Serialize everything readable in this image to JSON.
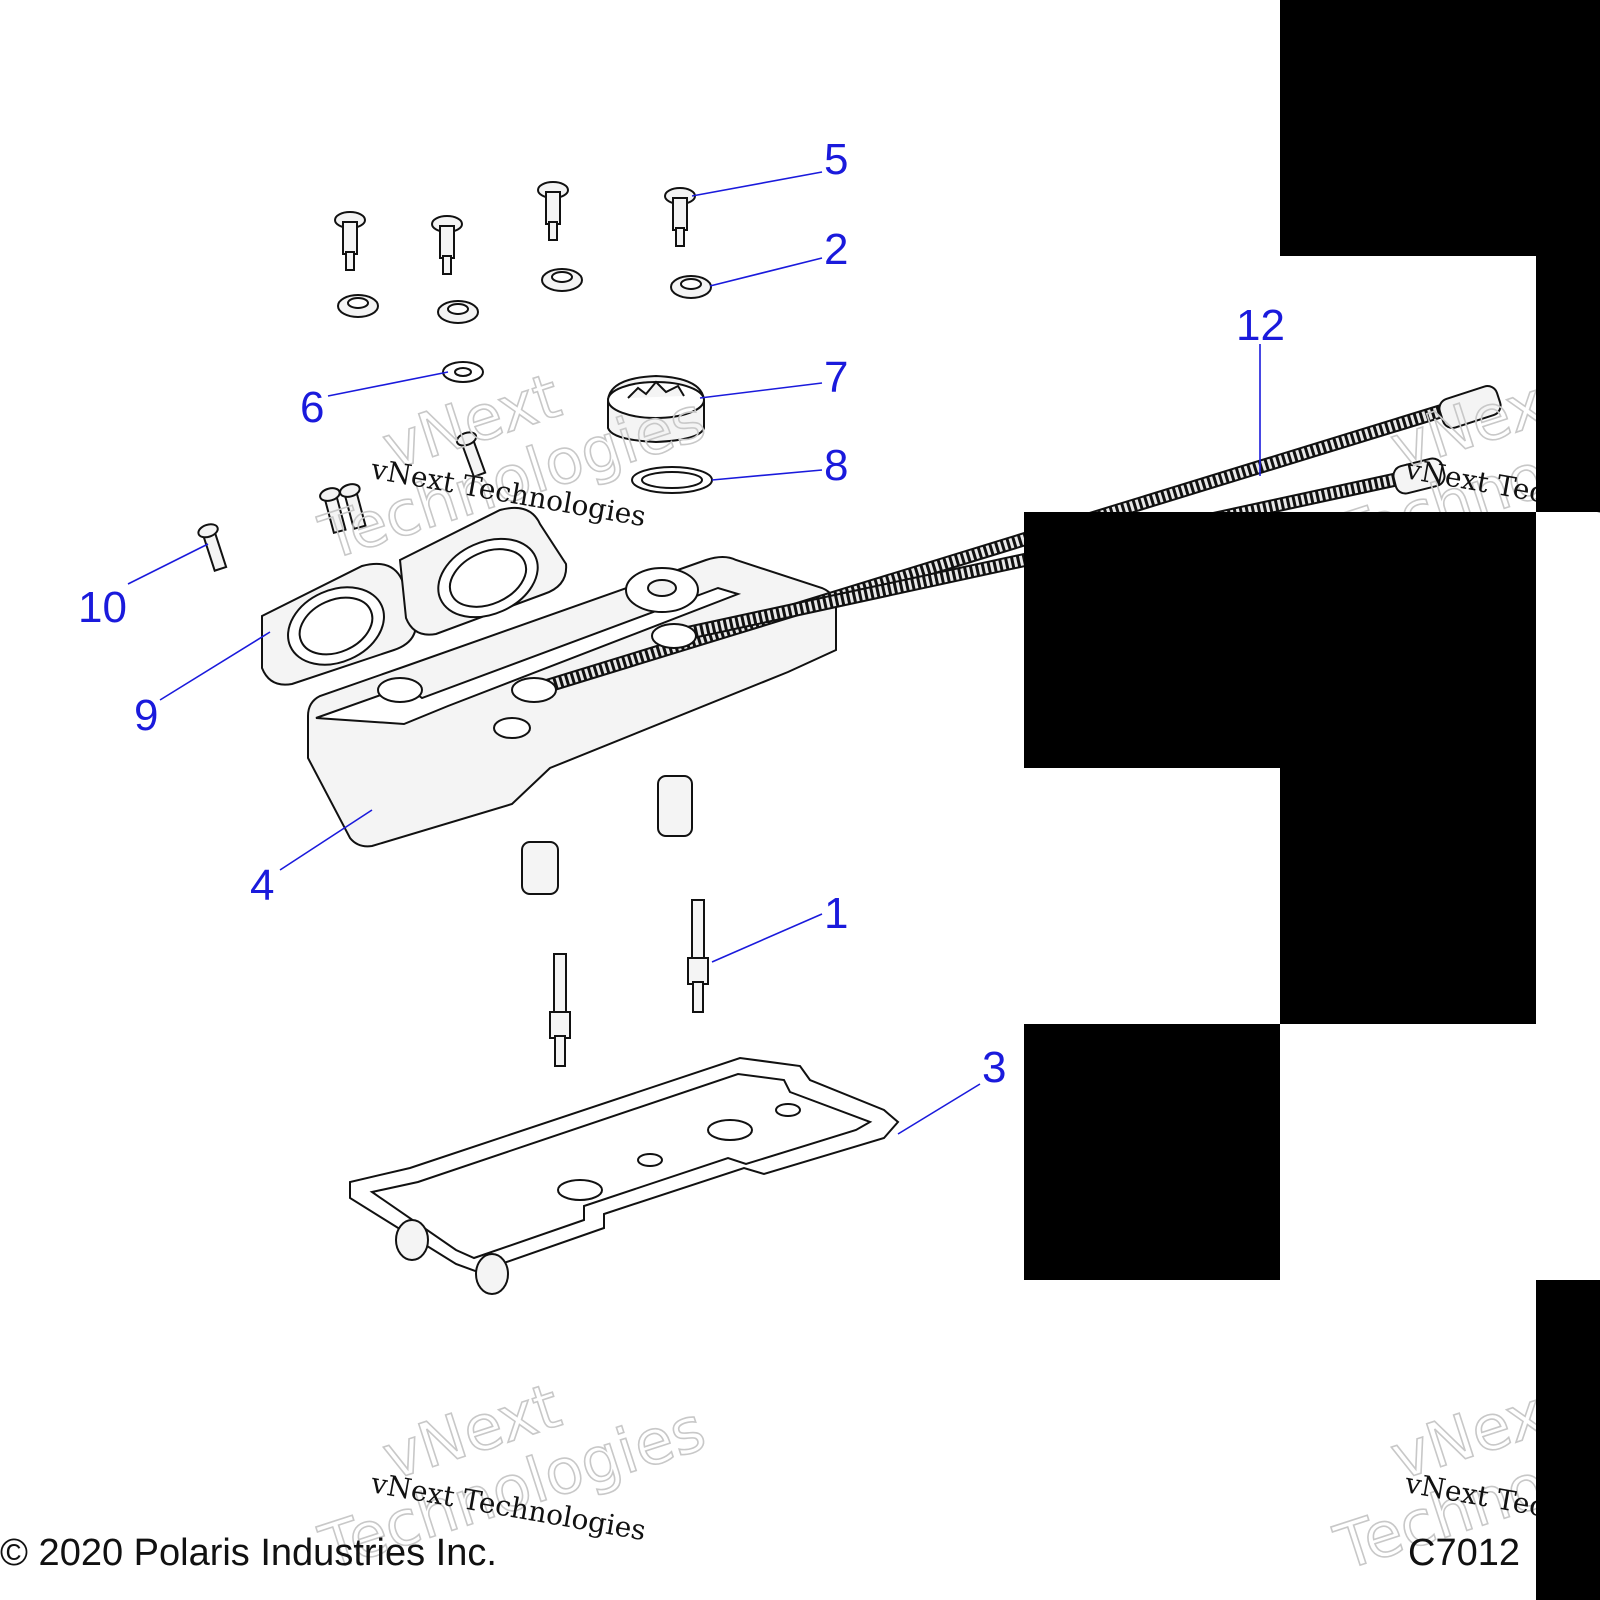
{
  "callouts": {
    "c1": "1",
    "c2": "2",
    "c3": "3",
    "c4": "4",
    "c5": "5",
    "c6": "6",
    "c7": "7",
    "c8": "8",
    "c9": "9",
    "c10": "10",
    "c12": "12"
  },
  "watermark": {
    "line1": "vNext Technologies",
    "outline1": "vNext",
    "outline2": "Technologies"
  },
  "footer": {
    "copyright": "© 2020 Polaris Industries Inc.",
    "code": "C7012"
  },
  "colors": {
    "callout": "#1a1adc",
    "mask": "#000000"
  }
}
